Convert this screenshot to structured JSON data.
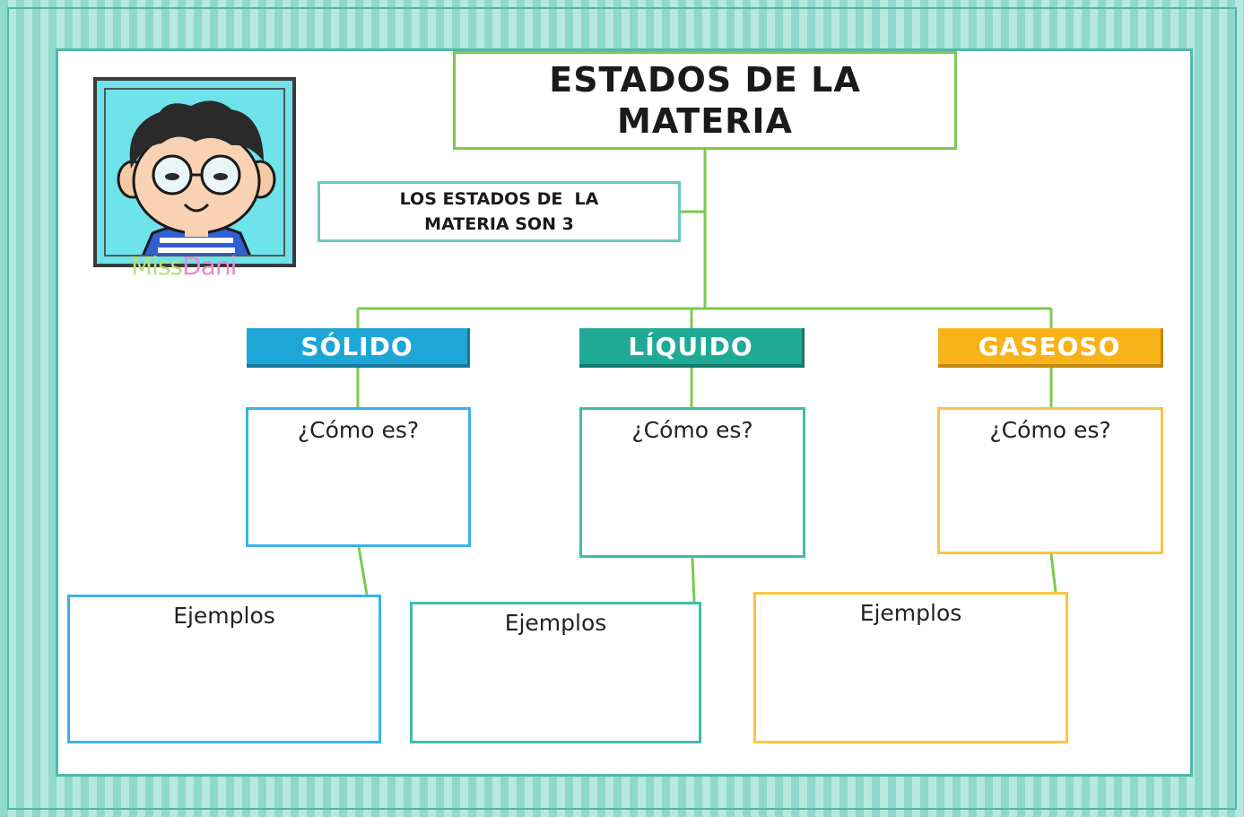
{
  "title": {
    "line1": "ESTADOS DE LA",
    "line2": "MATERIA"
  },
  "intro": {
    "line1": "LOS ESTADOS DE  LA",
    "line2": "MATERIA SON 3"
  },
  "states": [
    {
      "label": "SÓLIDO",
      "question": "¿Cómo es?",
      "examples": "Ejemplos"
    },
    {
      "label": "LÍQUIDO",
      "question": "¿Cómo es?",
      "examples": "Ejemplos"
    },
    {
      "label": "GASEOSO",
      "question": "¿Cómo es?",
      "examples": "Ejemplos"
    }
  ],
  "logo": {
    "part1": "Miss",
    "part2": "Dani"
  },
  "colors": {
    "solido": "#1ea6d6",
    "liquido": "#1faa95",
    "gaseoso": "#f8b31a",
    "connector": "#7dc94f",
    "frame": "#4fb9a8"
  }
}
